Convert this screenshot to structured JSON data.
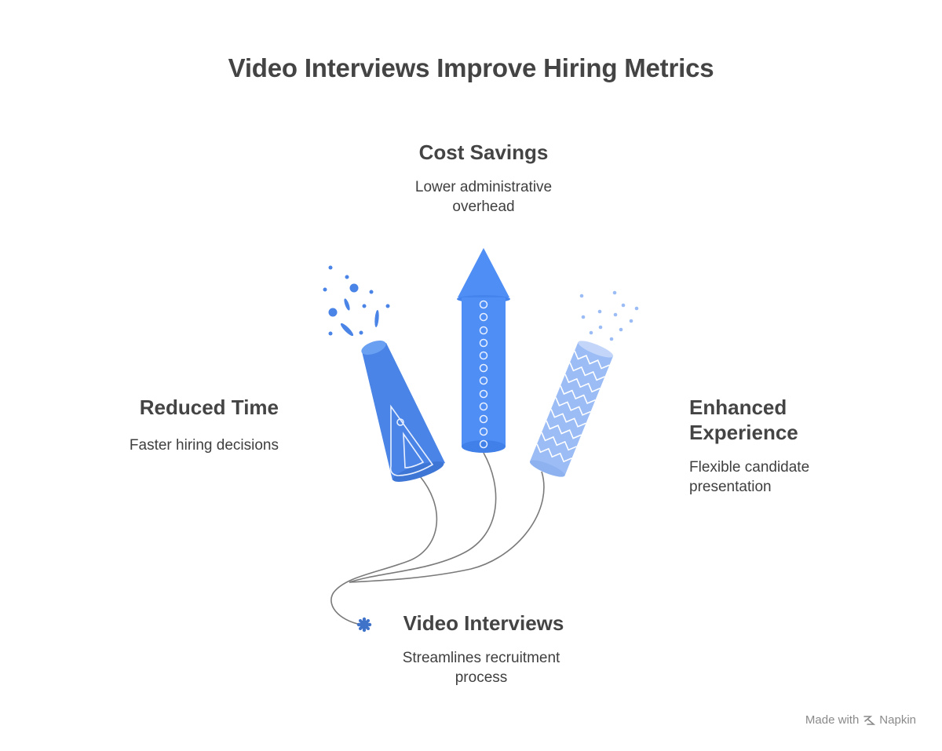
{
  "title": "Video Interviews Improve Hiring Metrics",
  "nodes": {
    "cost": {
      "title": "Cost Savings",
      "desc_line1": "Lower administrative",
      "desc_line2": "overhead"
    },
    "time": {
      "title": "Reduced Time",
      "desc_line1": "Faster hiring decisions"
    },
    "experience": {
      "title_line1": "Enhanced",
      "title_line2": "Experience",
      "desc_line1": "Flexible candidate",
      "desc_line2": "presentation"
    },
    "video": {
      "title": "Video Interviews",
      "desc_line1": "Streamlines recruitment",
      "desc_line2": "process"
    }
  },
  "footer": {
    "made_with": "Made with",
    "brand": "Napkin",
    "icon": "napkin-logo-icon"
  },
  "colors": {
    "rocket_left": "#4a84e6",
    "rocket_center": "#4f8ef5",
    "rocket_right": "#9bbcf5",
    "fuse": "#7a7a7a",
    "text_dark": "#444444"
  }
}
